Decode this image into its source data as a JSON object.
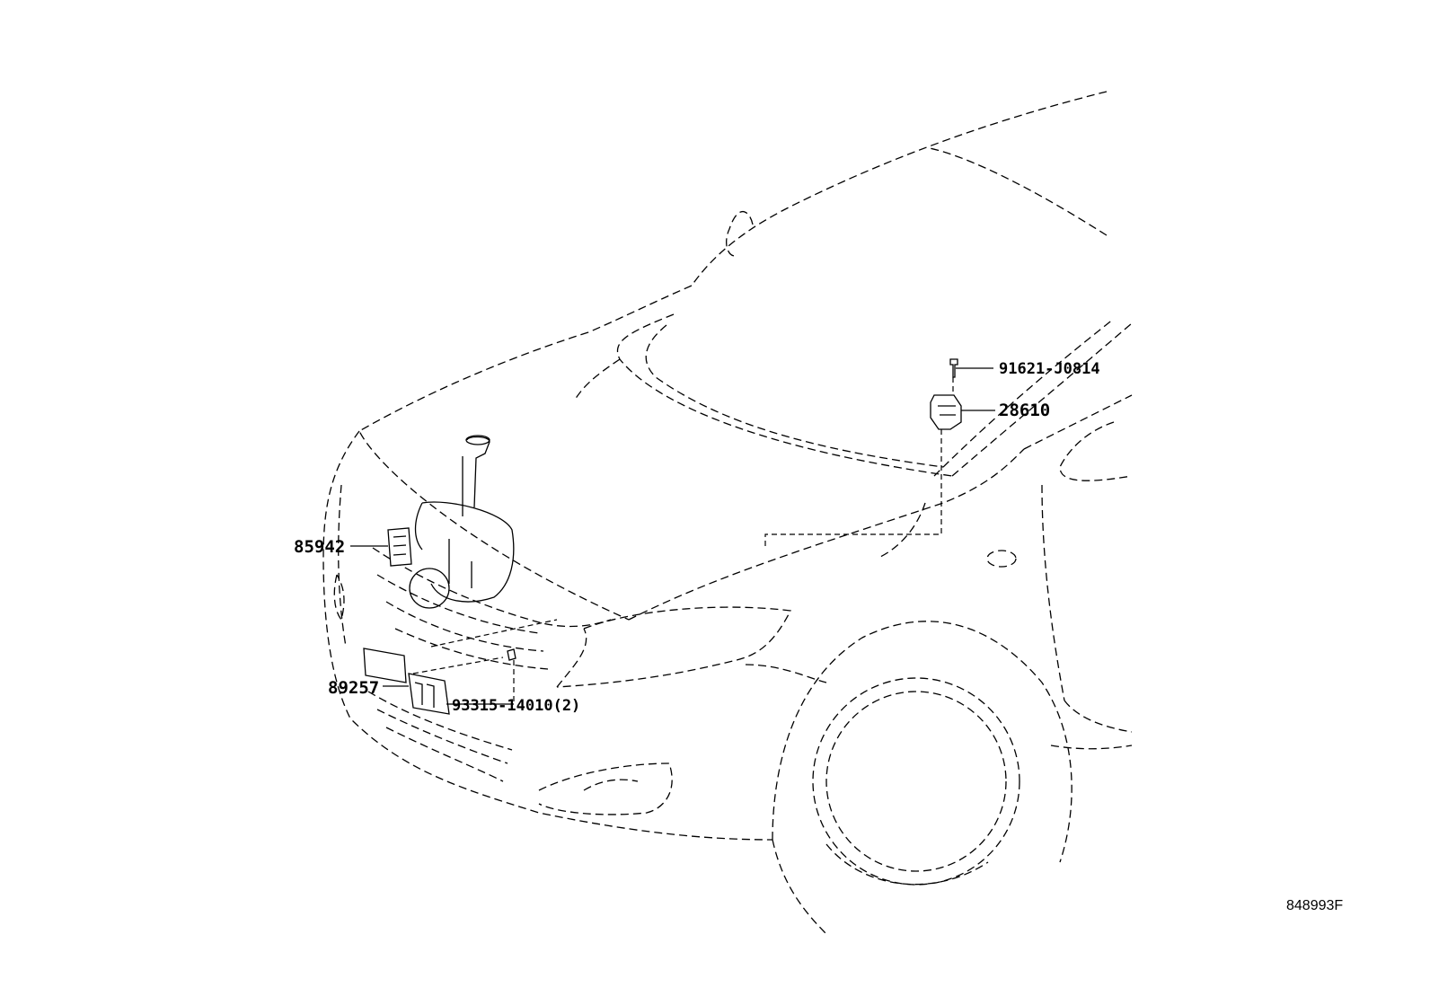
{
  "callouts": {
    "part_91621": "91621-J0814",
    "part_28610": "28610",
    "part_85942": "85942",
    "part_89257": "89257",
    "part_93315": "93315-14010(2)"
  },
  "reference_code": "848993F",
  "colors": {
    "line": "#000000",
    "background": "#ffffff"
  }
}
